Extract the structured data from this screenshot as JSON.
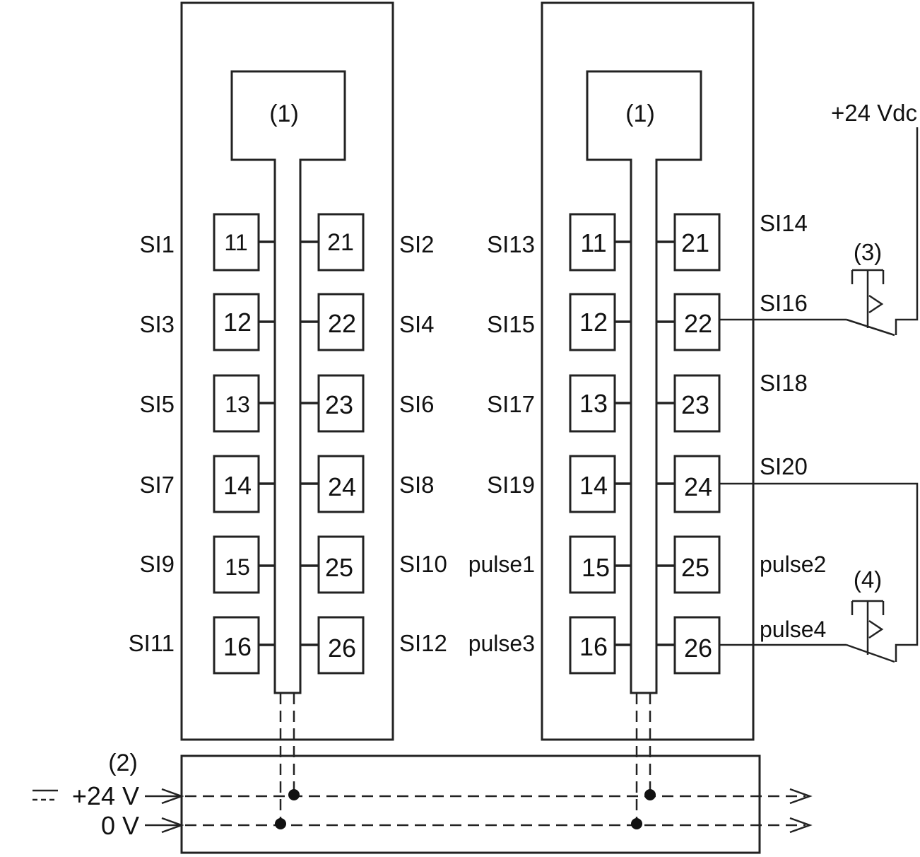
{
  "modules": [
    {
      "controller_label": "(1)",
      "left_terminals": [
        "11",
        "12",
        "13",
        "14",
        "15",
        "16"
      ],
      "right_terminals": [
        "21",
        "22",
        "23",
        "24",
        "25",
        "26"
      ],
      "left_labels": [
        "SI1",
        "SI3",
        "SI5",
        "SI7",
        "SI9",
        "SI11"
      ],
      "right_labels": [
        "SI2",
        "SI4",
        "SI6",
        "SI8",
        "SI10",
        "SI12"
      ]
    },
    {
      "controller_label": "(1)",
      "left_terminals": [
        "11",
        "12",
        "13",
        "14",
        "15",
        "16"
      ],
      "right_terminals": [
        "21",
        "22",
        "23",
        "24",
        "25",
        "26"
      ],
      "left_labels": [
        "SI13",
        "SI15",
        "SI17",
        "SI19",
        "pulse1",
        "pulse3"
      ],
      "right_labels": [
        "SI14",
        "SI16",
        "SI18",
        "SI20",
        "pulse2",
        "pulse4"
      ]
    }
  ],
  "supply_label": "+24 Vdc",
  "switch_labels": [
    "(3)",
    "(4)"
  ],
  "bus": {
    "label": "(2)",
    "rail_24v_label": "+24 V",
    "rail_0v_label": "0 V",
    "dc_symbol": "dc-supply-symbol"
  }
}
